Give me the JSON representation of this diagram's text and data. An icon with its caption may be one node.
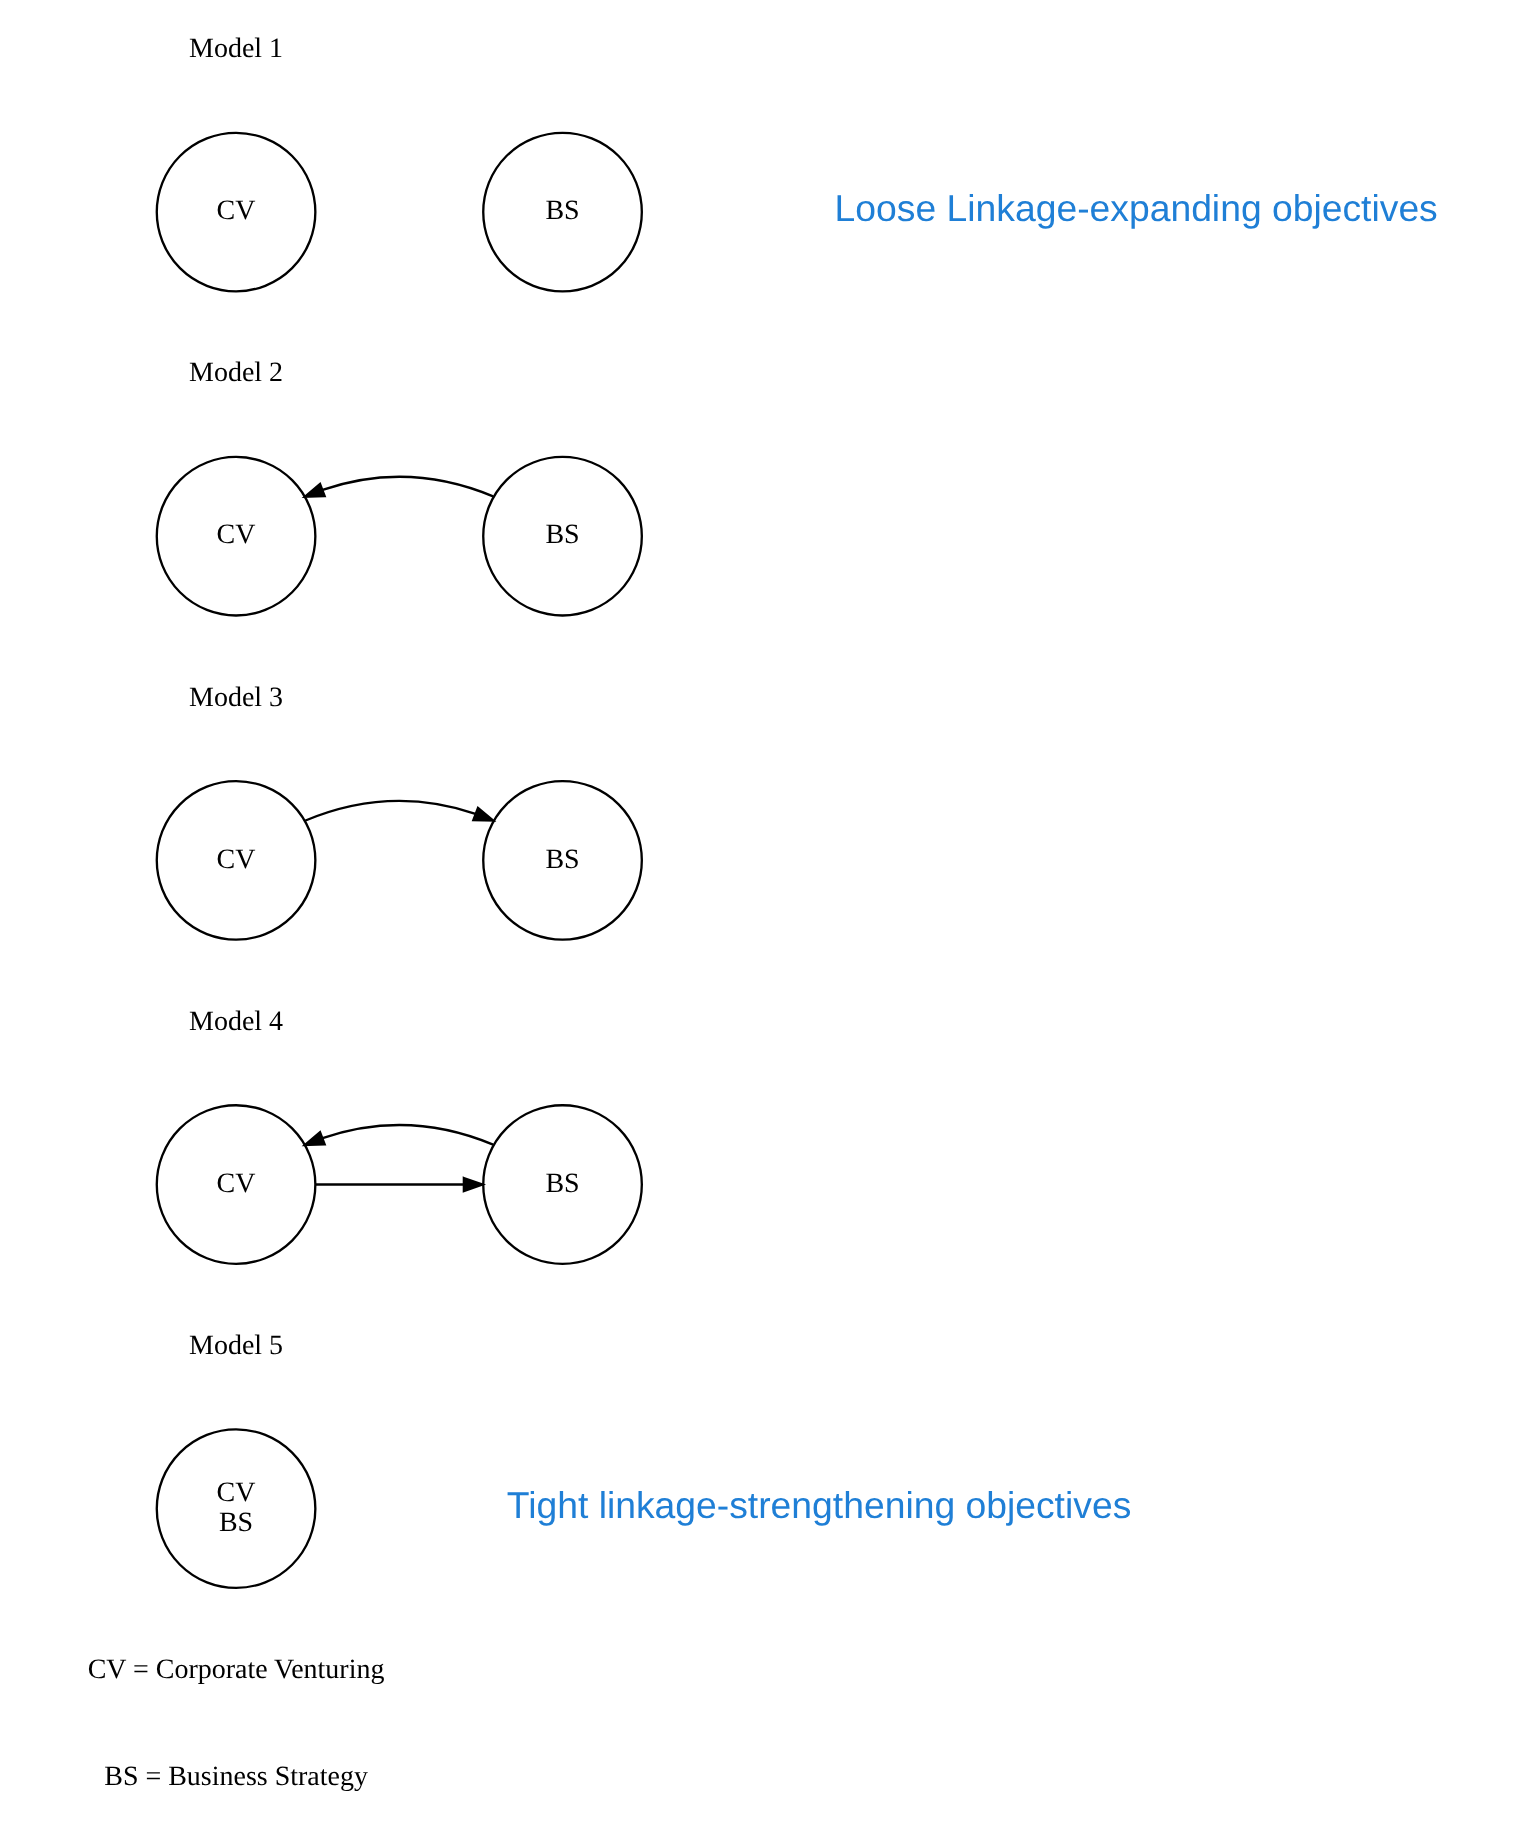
{
  "diagram": {
    "nodes": [
      {
        "text": [
          "CV"
        ]
      },
      {
        "text": [
          "BS"
        ]
      },
      {
        "text": [
          "CV"
        ]
      },
      {
        "text": [
          "BS"
        ]
      },
      {
        "text": [
          "CV"
        ]
      },
      {
        "text": [
          "BS"
        ]
      },
      {
        "text": [
          "CV"
        ]
      },
      {
        "text": [
          "BS"
        ]
      },
      {
        "text": [
          "CV",
          "BS"
        ]
      }
    ],
    "edges": [
      {
        "from": 3,
        "to": 2,
        "arrow": "to"
      },
      {
        "from": 4,
        "to": 5,
        "arrow": "to"
      },
      {
        "from": 6,
        "to": 7,
        "arrow": "to"
      },
      {
        "from": 7,
        "to": 6,
        "arrow": "to"
      }
    ],
    "labels": [
      "Model 1",
      "Loose Linkage-expanding objectives",
      "Model 2",
      "Model 3",
      "Model 4",
      "Model 5",
      "Tight linkage-strengthening objectives",
      "CV = Corporate Venturing",
      "BS = Business Strategy"
    ]
  }
}
